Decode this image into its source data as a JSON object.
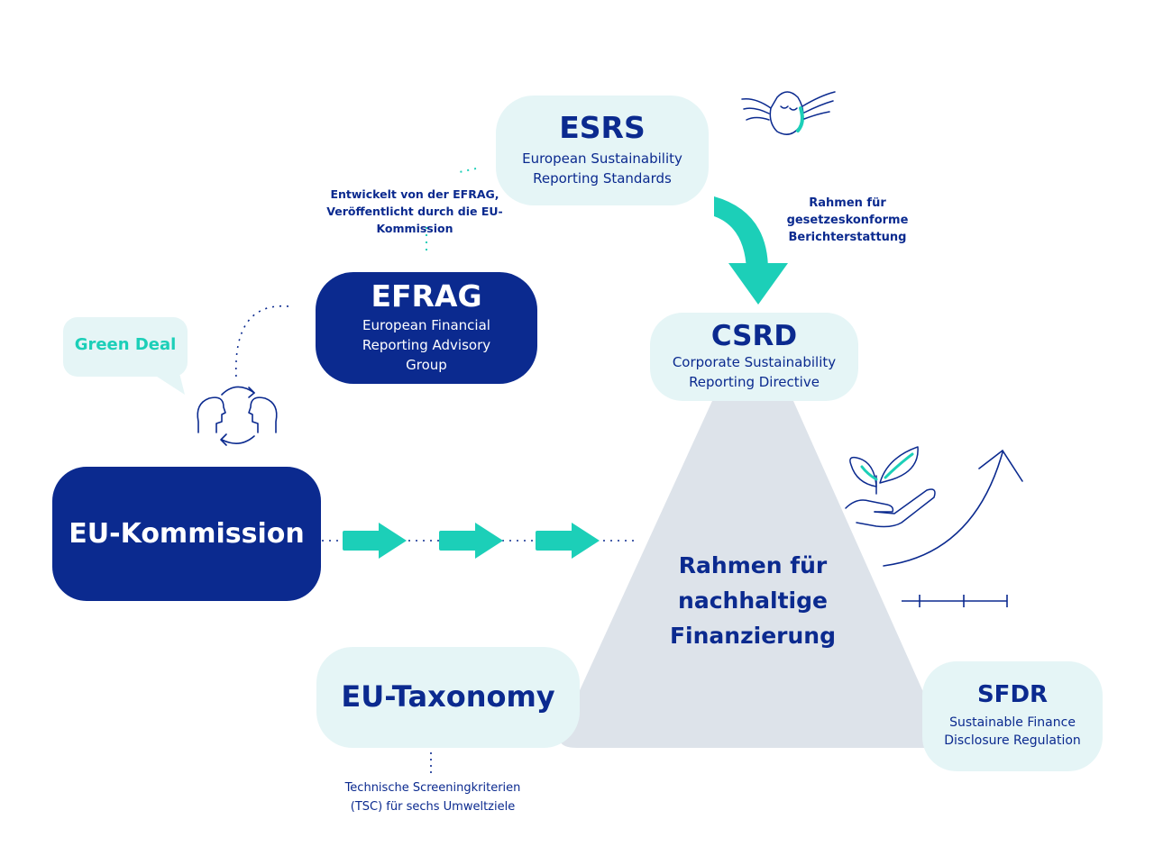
{
  "esrs": {
    "title": "ESRS",
    "subtitle_1": "European Sustainability",
    "subtitle_2": "Reporting Standards"
  },
  "efrag": {
    "title": "EFRAG",
    "subtitle_1": "European Financial",
    "subtitle_2": "Reporting Advisory",
    "subtitle_3": "Group"
  },
  "csrd": {
    "title": "CSRD",
    "subtitle_1": "Corporate Sustainability",
    "subtitle_2": "Reporting Directive"
  },
  "eu_kommission": {
    "title": "EU-Kommission"
  },
  "eu_taxonomy": {
    "title": "EU-Taxonomy"
  },
  "sfdr": {
    "title": "SFDR",
    "subtitle_1": "Sustainable Finance",
    "subtitle_2": "Disclosure Regulation"
  },
  "green_deal": {
    "label": "Green Deal"
  },
  "triangle": {
    "line_1": "Rahmen für",
    "line_2": "nachhaltige",
    "line_3": "Finanzierung"
  },
  "notes": {
    "efrag_note": {
      "line_1": "Entwickelt von der EFRAG,",
      "line_2": "Veröffentlicht durch die EU-",
      "line_3": "Kommission"
    },
    "reporting_note": {
      "line_1": "Rahmen für",
      "line_2": "gesetzeskonforme",
      "line_3": "Berichterstattung"
    },
    "tsc_note": {
      "line_1": "Technische Screeningkriterien",
      "line_2": "(TSC) für sechs Umweltziele"
    }
  },
  "colors": {
    "navy": "#0b2a8f",
    "teal": "#1ccfb8",
    "light_box": "#e5f5f6",
    "triangle": "#dde3ea"
  },
  "icons": [
    "owl-icon",
    "people-exchange-icon",
    "hand-plant-icon",
    "growth-arrow-icon",
    "timeline-icon",
    "speech-bubble-icon"
  ]
}
